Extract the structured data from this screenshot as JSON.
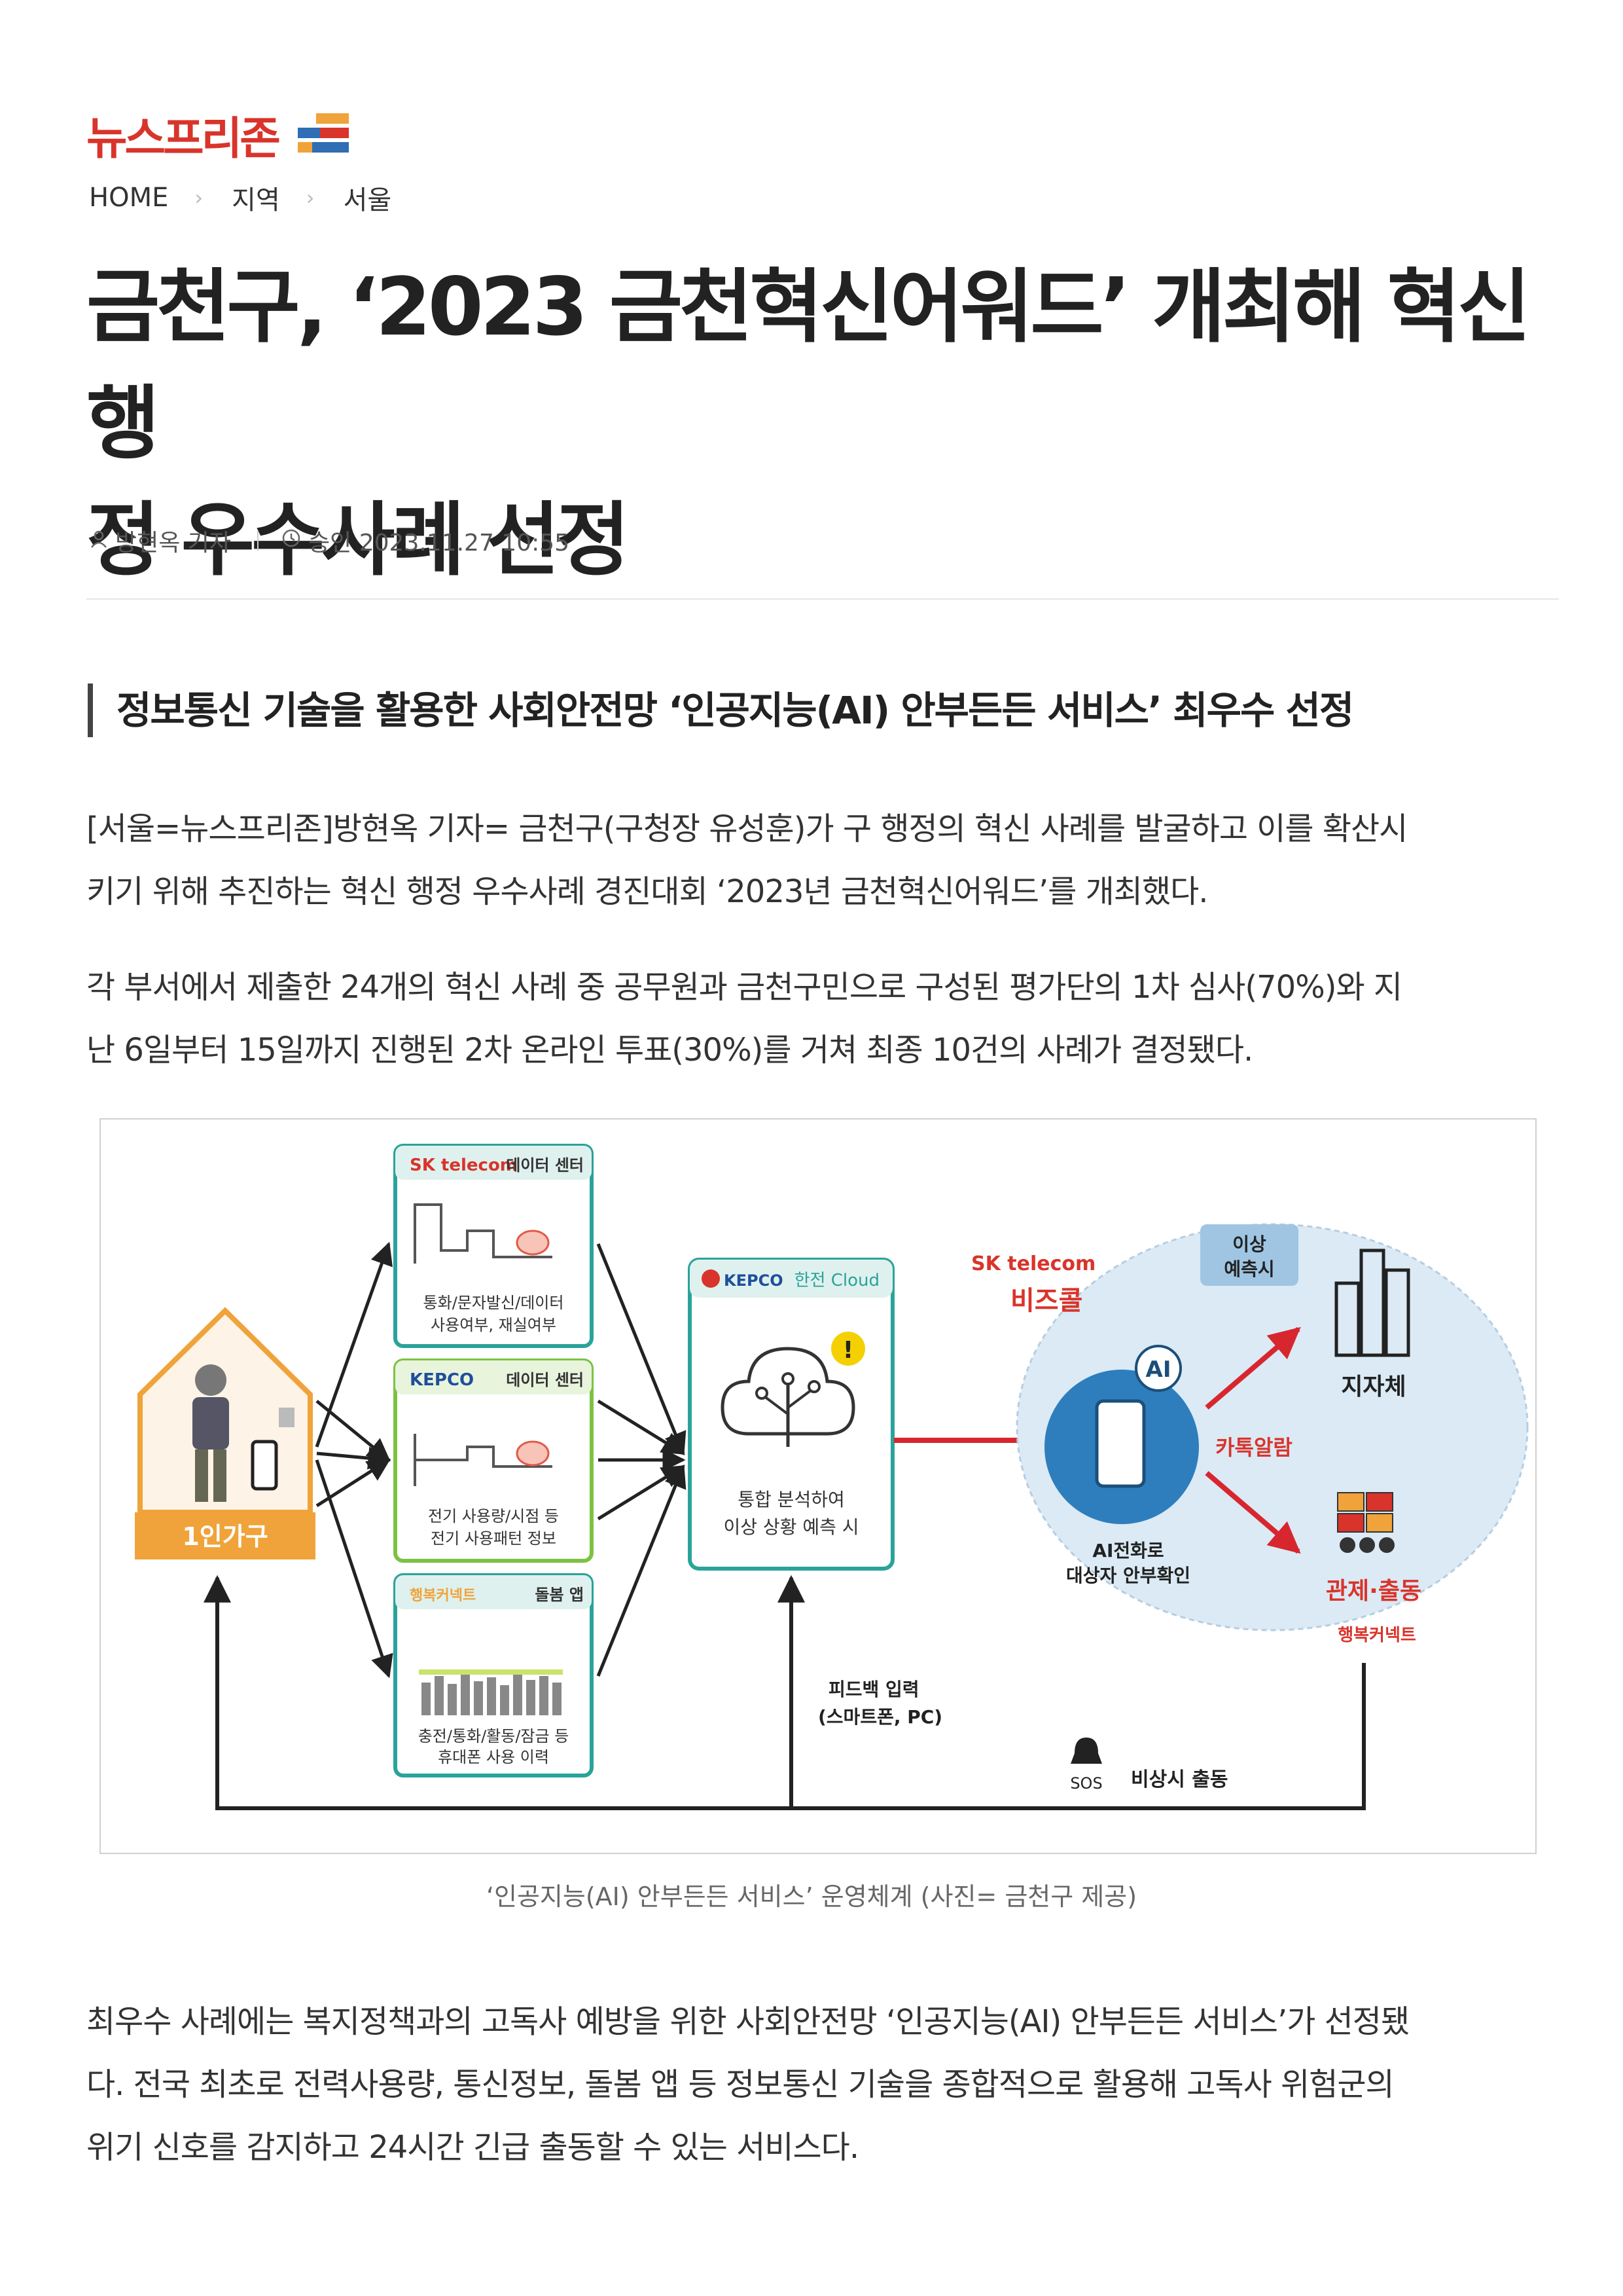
{
  "header": {
    "logo_text": "뉴스프리존",
    "breadcrumb": [
      "HOME",
      "지역",
      "서울"
    ]
  },
  "article": {
    "title_lines": [
      "금천구, ‘2023 금천혁신어워드’ 개최해 혁신 행",
      "정 우수사례 선정"
    ],
    "author": "방현옥 기자",
    "approved": "승인 2023.11.27 10:55",
    "subtitle": "정보통신 기술을 활용한 사회안전망 ‘인공지능(AI) 안부든든 서비스’ 최우수 선정",
    "paragraphs": [
      [
        "[서울=뉴스프리존]방현옥 기자= 금천구(구청장 유성훈)가 구 행정의 혁신 사례를 발굴하고 이를 확산시",
        "키기 위해 추진하는 혁신 행정 우수사례 경진대회 ‘2023년 금천혁신어워드’를 개최했다."
      ],
      [
        "각 부서에서 제출한 24개의 혁신 사례 중 공무원과 금천구민으로 구성된 평가단의 1차 심사(70%)와 지",
        "난 6일부터 15일까지 진행된 2차 온라인 투표(30%)를 거쳐 최종 10건의 사례가 결정됐다."
      ],
      [
        "최우수 사례에는 복지정책과의 고독사 예방을 위한 사회안전망 ‘인공지능(AI) 안부든든 서비스’가 선정됐",
        "다.  전국 최초로 전력사용량, 통신정보, 돌봄 앱 등 정보통신 기술을 종합적으로 활용해 고독사 위험군의",
        "위기 신호를 감지하고 24시간 긴급 출동할 수 있는 서비스다."
      ]
    ],
    "caption": "‘인공지능(AI) 안부든든 서비스’ 운영체계 (사진= 금천구 제공)"
  },
  "diagram": {
    "household_label": "1인가구",
    "box1": {
      "brand": "SK telecom",
      "title": "데이터 센터",
      "desc": [
        "통화/문자발신/데이터",
        "사용여부, 재실여부"
      ]
    },
    "box2": {
      "brand": "KEPCO",
      "title": "데이터 센터",
      "desc": [
        "전기 사용량/시점 등",
        "전기 사용패턴 정보"
      ]
    },
    "box3": {
      "brand": "행복커넥트",
      "title": "돌봄 앱",
      "desc": [
        "충전/통화/활동/잠금 등",
        "휴대폰 사용 이력"
      ]
    },
    "cloud": {
      "brand": "KEPCO",
      "title": "한전 Cloud",
      "alert": "!",
      "desc": [
        "통합 분석하여",
        "이상 상황 예측 시"
      ]
    },
    "bizcall": {
      "brand": "SK telecom",
      "name": "비즈콜",
      "ai": "AI",
      "desc": [
        "AI전화로",
        "대상자 안부확인"
      ]
    },
    "anomaly": [
      "이상",
      "예측시"
    ],
    "kakao": "카톡알람",
    "government": "지자체",
    "control": "관제·출동",
    "partner": "행복커넥트",
    "feedback": [
      "피드백 입력",
      "(스마트폰, PC)"
    ],
    "sos": "SOS",
    "emergency": "비상시 출동"
  },
  "colors": {
    "brand_red": "#d9342b",
    "teal": "#2aa39a",
    "green": "#7cc242",
    "orange": "#f0a33a",
    "arrow_red": "#d8262e"
  }
}
